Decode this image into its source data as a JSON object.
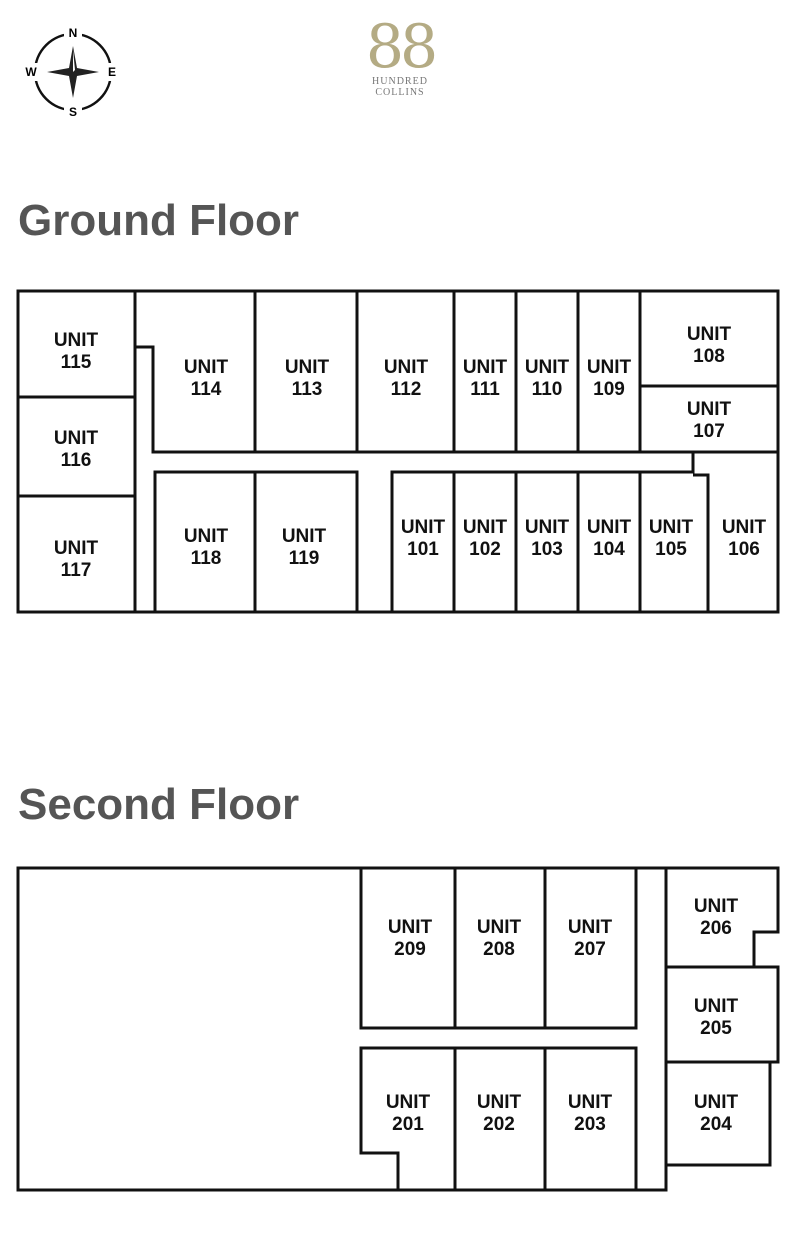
{
  "compass": {
    "n": "N",
    "e": "E",
    "s": "S",
    "w": "W"
  },
  "logo": {
    "number": "88",
    "line1": "HUNDRED",
    "line2": "COLLINS"
  },
  "unit_word": "UNIT",
  "ground_floor": {
    "title": "Ground Floor",
    "units": [
      "115",
      "116",
      "117",
      "114",
      "113",
      "112",
      "111",
      "110",
      "109",
      "108",
      "107",
      "118",
      "119",
      "101",
      "102",
      "103",
      "104",
      "105",
      "106"
    ]
  },
  "second_floor": {
    "title": "Second Floor",
    "units": [
      "209",
      "208",
      "207",
      "206",
      "205",
      "201",
      "202",
      "203",
      "204"
    ]
  }
}
